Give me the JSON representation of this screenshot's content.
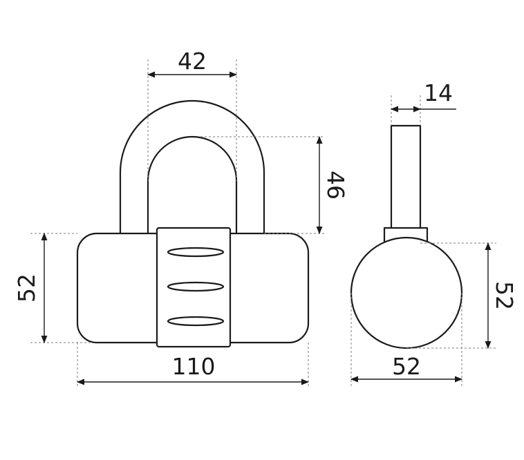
{
  "front_view": {
    "dim_shackle_width": "42",
    "dim_shackle_height": "46",
    "dim_body_height": "52",
    "dim_body_width": "110"
  },
  "side_view": {
    "dim_shackle_thickness": "14",
    "dim_body_height": "52",
    "dim_body_diameter": "52"
  }
}
